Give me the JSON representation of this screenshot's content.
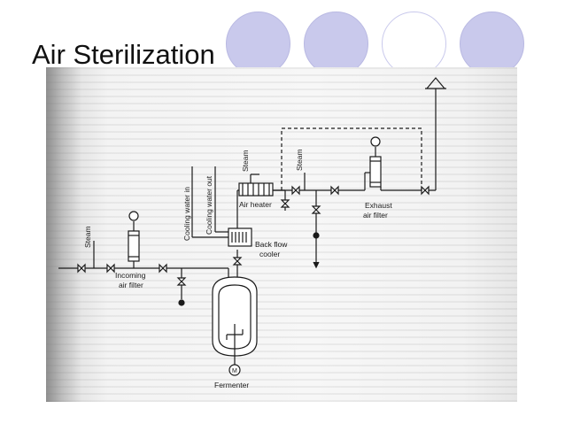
{
  "slide": {
    "title": "Air Sterilization"
  },
  "diagram": {
    "labels": {
      "steam_left": "Steam",
      "incoming_filter_line1": "Incoming",
      "incoming_filter_line2": "air filter",
      "cooling_water_in": "Cooling water in",
      "cooling_water_out": "Cooling water out",
      "steam_top": "Steam",
      "air_heater": "Air heater",
      "steam_right": "Steam",
      "backflow_line1": "Back flow",
      "backflow_line2": "cooler",
      "exhaust_line1": "Exhaust",
      "exhaust_line2": "air filter",
      "fermenter": "Fermenter",
      "motor": "M"
    }
  },
  "theme": {
    "accent_fill": "#c9c9ec",
    "line_color": "#1a1a1a"
  }
}
